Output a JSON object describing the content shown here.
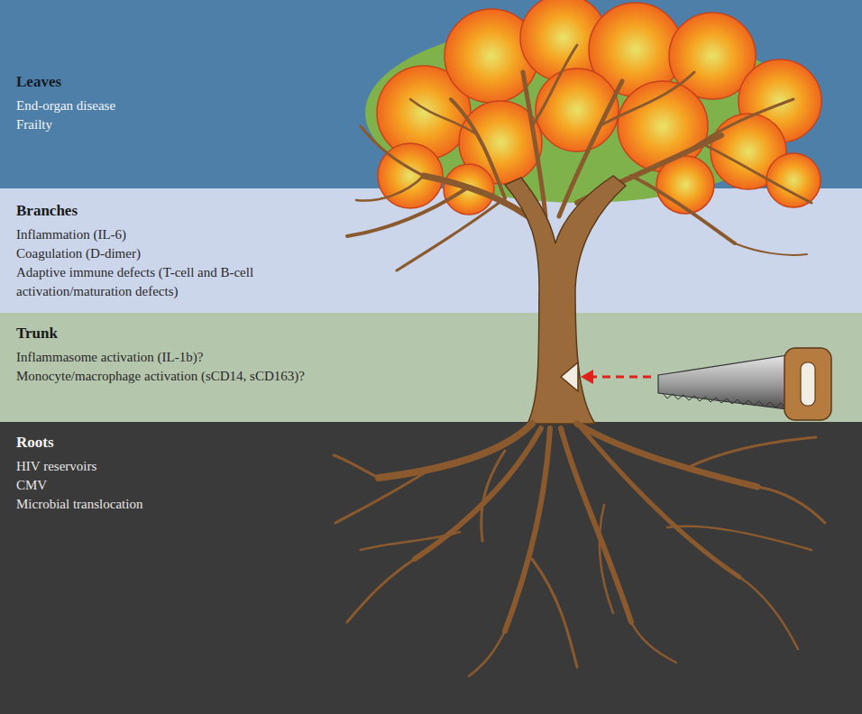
{
  "diagram": {
    "nodes": [
      {
        "text": [
          "Leaves",
          "End-organ disease",
          "Frailty"
        ]
      },
      {
        "text": [
          "Branches",
          "Inflammation (IL-6)",
          "Coagulation (D-dimer)",
          "Adaptive immune defects (T-cell and B-cell activation/maturation defects)"
        ]
      },
      {
        "text": [
          "Trunk",
          "Inflammasome activation (IL-1b)?",
          "Monocyte/macrophage activation (sCD14, sCD163)?"
        ]
      },
      {
        "text": [
          "Roots",
          "HIV reservoirs",
          "CMV",
          "Microbial translocation"
        ]
      }
    ]
  }
}
